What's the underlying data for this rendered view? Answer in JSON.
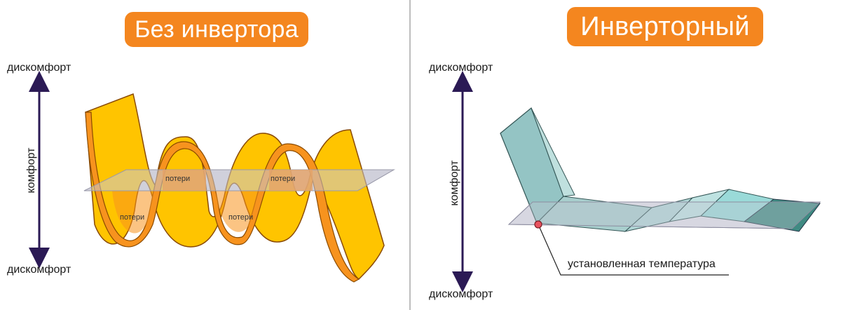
{
  "left_panel": {
    "title": "Без инвертора",
    "axis_top": "дискомфорт",
    "axis_middle": "комфорт",
    "axis_bottom": "дискомфорт",
    "loss_labels": [
      "потери",
      "потери",
      "потери",
      "потери"
    ]
  },
  "right_panel": {
    "title": "Инверторный",
    "axis_top": "дискомфорт",
    "axis_middle": "комфорт",
    "axis_bottom": "дискомфорт",
    "setpoint_label": "установленная температура"
  },
  "colors": {
    "accent_orange": "#f4861f",
    "ribbon_yellow": "#ffc400",
    "ribbon_orange": "#f7931e",
    "plane_gray": "#c9c9d4",
    "band_teal": "#94c4c4",
    "band_dark_teal": "#3f8a82",
    "axis_arrow": "#2b1a55",
    "setpoint_marker": "#e8525f"
  }
}
